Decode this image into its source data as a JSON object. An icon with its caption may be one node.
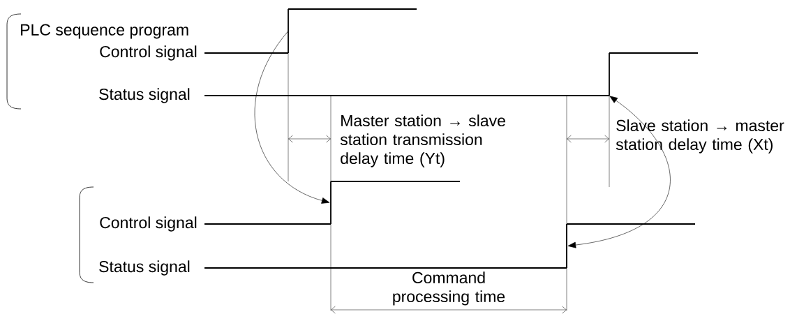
{
  "diagram": {
    "nodes": [
      {
        "text": [],
        "shape": "line"
      },
      {
        "text": [],
        "shape": "line"
      },
      {
        "text": [],
        "shape": "line"
      },
      {
        "text": [],
        "shape": "line"
      }
    ],
    "edges": [
      {
        "from": 0,
        "to": 2,
        "arrow": "to"
      },
      {
        "from": 3,
        "to": 1,
        "arrow": "both"
      }
    ],
    "labels": [
      "PLC sequence program",
      "Control signal",
      "Status signal",
      "Master station → slave station transmission delay time (Yt)",
      "Slave station → master station delay time (Xt)",
      "Control signal",
      "Status signal",
      "Command processing time"
    ]
  }
}
